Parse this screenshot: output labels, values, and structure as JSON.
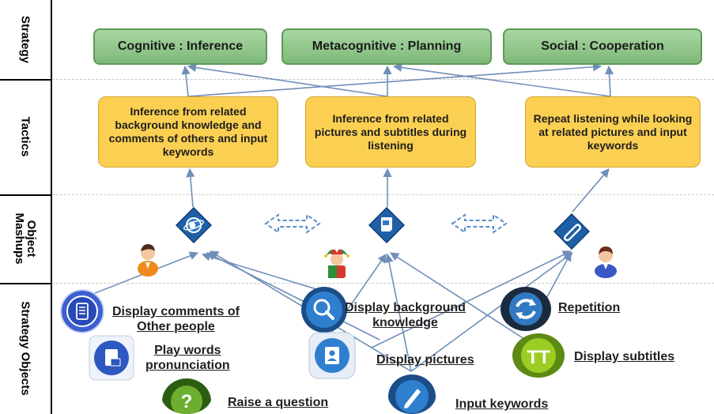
{
  "rows": {
    "strategy": "Strategy",
    "tactics": "Tactics",
    "object_mashups": "Object\nMashups",
    "strategy_objects": "Strategy Objects"
  },
  "strategies": [
    {
      "label": "Cognitive : Inference"
    },
    {
      "label": "Metacognitive : Planning"
    },
    {
      "label": "Social : Cooperation"
    }
  ],
  "tactics": [
    {
      "text": "Inference from related background knowledge and comments of others and input keywords"
    },
    {
      "text": "Inference from related pictures and subtitles during listening"
    },
    {
      "text": "Repeat listening while looking at related pictures and input keywords"
    }
  ],
  "mashups": [
    {
      "icon": "globe-icon"
    },
    {
      "icon": "document-icon"
    },
    {
      "icon": "paperclip-icon"
    }
  ],
  "objects": {
    "display_comments": {
      "line1": "Display comments of",
      "line2": "Other people",
      "icon": "notes-icon"
    },
    "play_words": {
      "line1": "Play words",
      "line2": "pronunciation",
      "icon": "audio-file-icon"
    },
    "raise_question": {
      "label": "Raise a question",
      "icon": "question-icon"
    },
    "display_background": {
      "line1": "Display background",
      "line2": "knowledge",
      "icon": "magnifier-icon"
    },
    "display_pictures": {
      "label": "Display pictures",
      "icon": "contacts-icon"
    },
    "input_keywords": {
      "label": "Input keywords",
      "icon": "pen-icon"
    },
    "repetition": {
      "label": "Repetition",
      "icon": "refresh-icon"
    },
    "display_subtitles": {
      "label": "Display subtitles",
      "icon": "text-icon"
    }
  },
  "colors": {
    "strategy_box": "#8cc585",
    "tactic_box": "#fbd052",
    "arrow": "#6f8fb8",
    "mashup_diamond": "#1f5fa6"
  }
}
